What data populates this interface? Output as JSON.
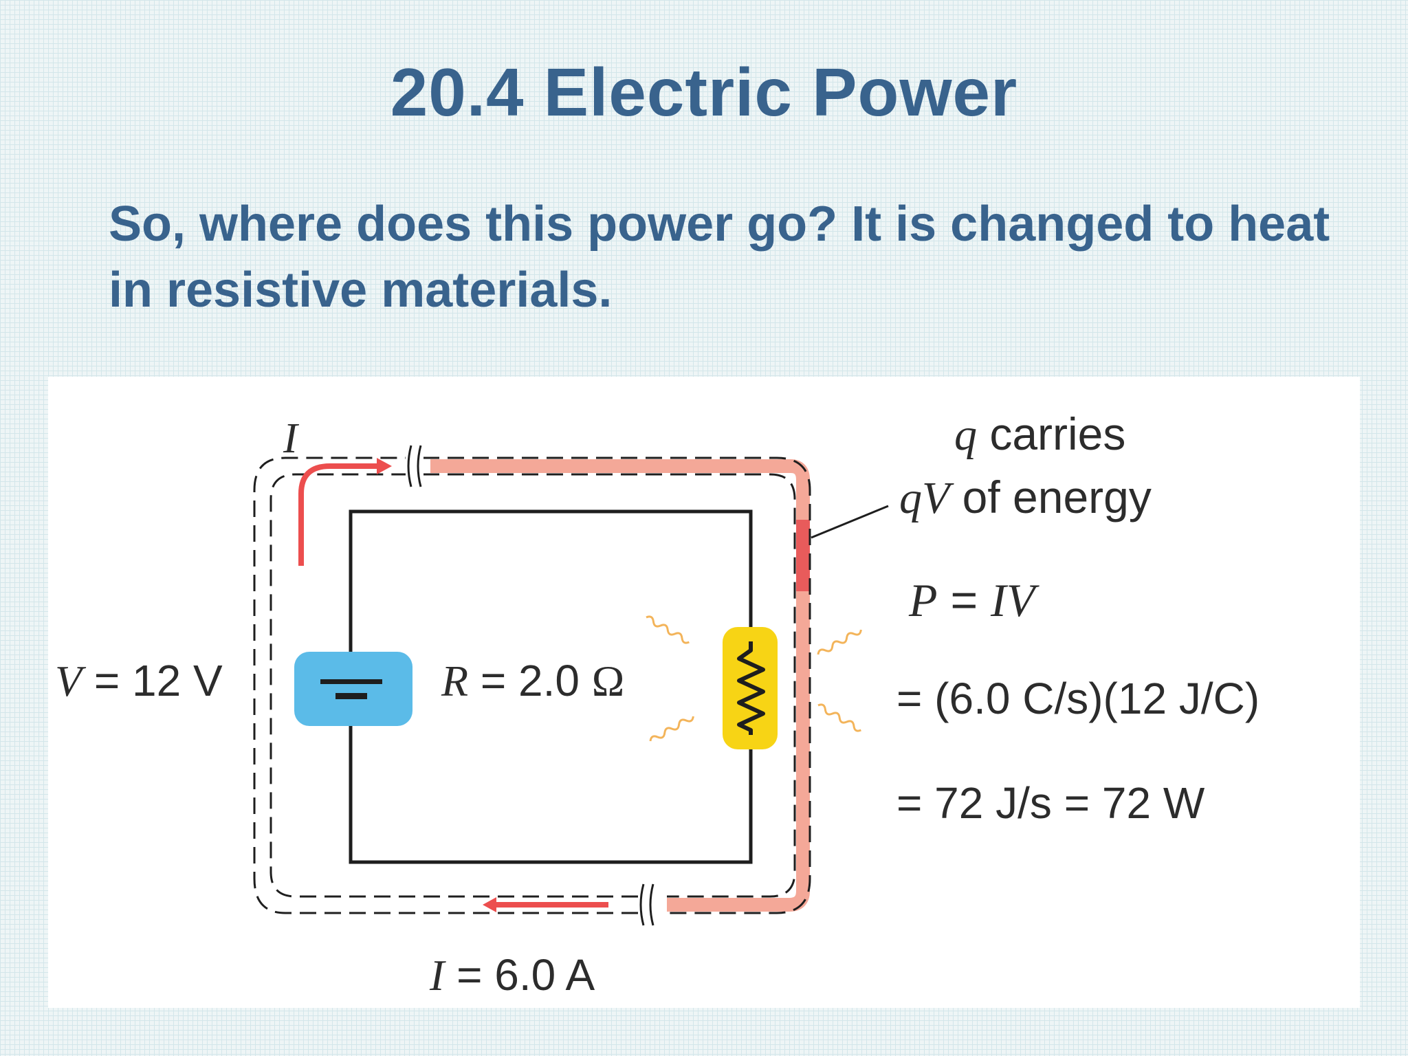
{
  "slide": {
    "title": "20.4  Electric Power",
    "body": "So, where does this power go? It is changed to heat in resistive materials."
  },
  "figure": {
    "current_top": {
      "symbol": "I"
    },
    "voltage": {
      "symbol": "V",
      "rest": " = 12 V"
    },
    "resistance": {
      "symbol": "R",
      "rest": " = 2.0 ",
      "unit": "Ω"
    },
    "current_bottom": {
      "symbol": "I",
      "rest": " = 6.0 A"
    },
    "charge_note": {
      "symbol": "q",
      "line1_rest": " carries",
      "line2_symbol": "qV",
      "line2_rest": " of energy"
    },
    "power_eq": {
      "symbol_p": "P",
      "eq": " = ",
      "symbol_iv": "IV"
    },
    "calc_line1": "= (6.0 C/s)(12 J/C)",
    "calc_line2": "= 72 J/s = 72 W",
    "colors": {
      "energy_band": "#f4a898",
      "energy_band_dark": "#e85b5b",
      "arrow": "#ec4e4e",
      "battery_box": "#5bbbe8",
      "resistor_box": "#f7d415",
      "heat_wave": "#f3b45a",
      "wire": "#1e1e1e"
    },
    "icons": [
      "battery-icon",
      "resistor-icon",
      "heat-wave-icon",
      "current-arrow-icon"
    ]
  }
}
